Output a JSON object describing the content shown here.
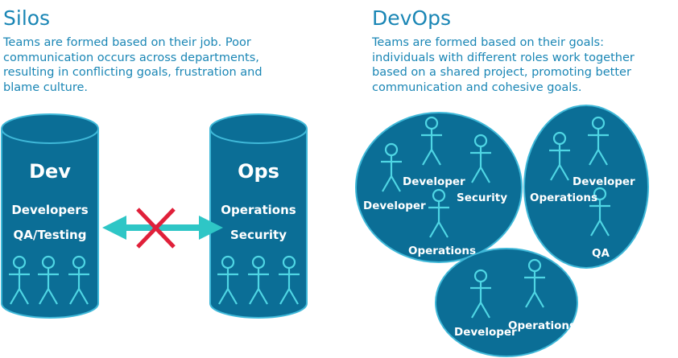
{
  "silos": {
    "title": "Silos",
    "description": "Teams are formed based on their job. Poor\ncommunication occurs across departments,\nresulting in conflicting goals, frustration and\nblame culture.",
    "dev_cylinder": {
      "title": "Dev",
      "roles": [
        "Developers",
        "QA/Testing"
      ]
    },
    "ops_cylinder": {
      "title": "Ops",
      "roles": [
        "Operations",
        "Security"
      ]
    }
  },
  "devops": {
    "title": "DevOps",
    "description": "Teams are formed based on their goals:\nindividuals with different roles work together\nbased on a shared project, promoting better\ncommunication and cohesive goals.",
    "team1": {
      "labels": [
        "Developer",
        "Developer",
        "Security",
        "Operations"
      ]
    },
    "team2": {
      "labels": [
        "Developer",
        "Operations",
        "QA"
      ]
    },
    "team3": {
      "labels": [
        "Developer",
        "Operations"
      ]
    }
  },
  "colors": {
    "heading": "#1a86b5",
    "shape": "#0b6e96",
    "outline": "#3fb8d8",
    "figure": "#4fd6e4",
    "arrow": "#2ec6c6",
    "cross": "#e0203a"
  },
  "icons": [
    "person-icon",
    "double-arrow-icon",
    "cross-icon"
  ]
}
